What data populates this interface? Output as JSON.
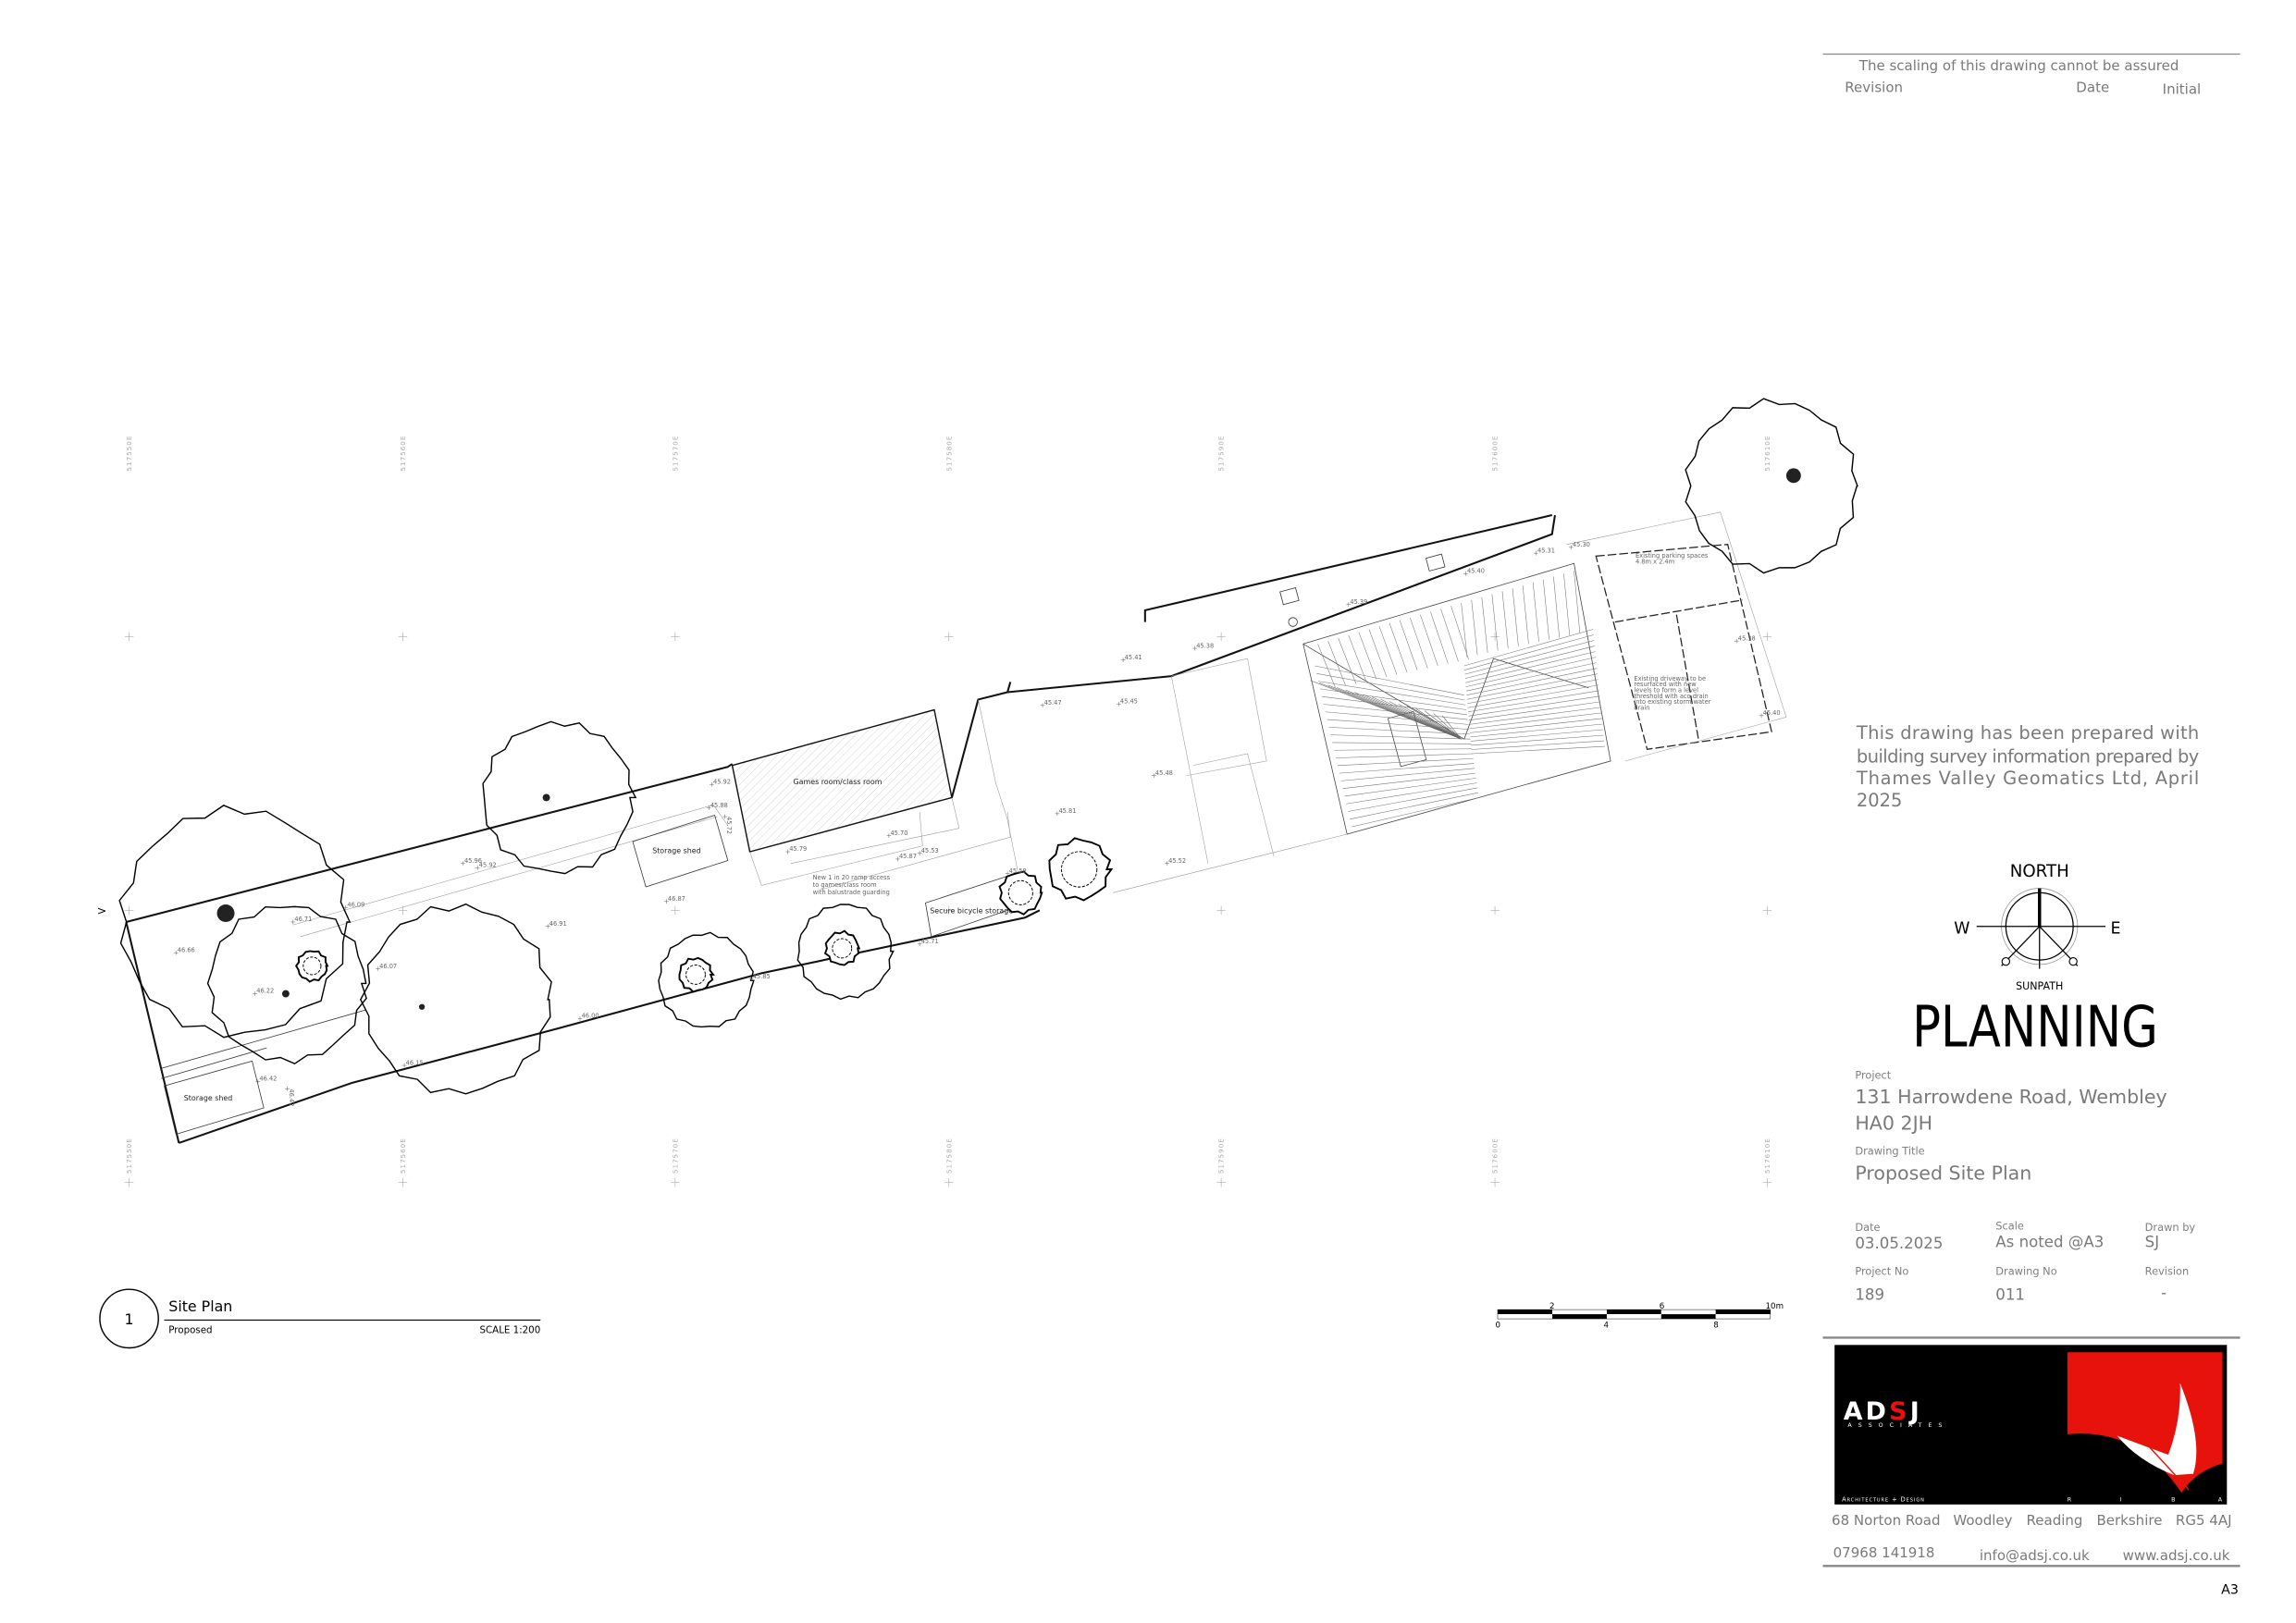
{
  "header": {
    "disclaimer": "The scaling of this drawing cannot be assured",
    "revision_label": "Revision",
    "date_label": "Date",
    "initial_label": "Initial"
  },
  "survey_note": [
    "This drawing has been prepared with",
    "building survey information prepared by",
    "Thames Valley Geomatics Ltd, April",
    "2025"
  ],
  "compass": {
    "north": "NORTH",
    "west": "W",
    "east": "E",
    "sunpath": "SUNPATH"
  },
  "status": "PLANNING",
  "title_block": {
    "project_label": "Project",
    "project_line1": "131 Harrowdene Road, Wembley",
    "project_line2": "HA0 2JH",
    "drawing_title_label": "Drawing Title",
    "drawing_title": "Proposed Site Plan",
    "date_label": "Date",
    "date": "03.05.2025",
    "scale_label": "Scale",
    "scale": "As noted @A3",
    "drawn_by_label": "Drawn by",
    "drawn_by": "SJ",
    "project_no_label": "Project No",
    "project_no": "189",
    "drawing_no_label": "Drawing No",
    "drawing_no": "011",
    "revision_label": "Revision",
    "revision": "-",
    "sheet_size": "A3"
  },
  "company": {
    "logo_name_a": "AD",
    "logo_name_s": "S",
    "logo_name_j": "J",
    "logo_sub": "ASSOCIATES",
    "logo_tagline": "Architecture + Design",
    "riba": [
      "R",
      "I",
      "B",
      "A"
    ],
    "address": [
      "68 Norton Road",
      "Woodley",
      "Reading",
      "Berkshire",
      "RG5 4AJ"
    ],
    "phone": "07968 141918",
    "email": "info@adsj.co.uk",
    "website": "www.adsj.co.uk",
    "brand_red": "#e8120c"
  },
  "view": {
    "number": "1",
    "title": "Site Plan",
    "subtitle": "Proposed",
    "scale": "SCALE 1:200"
  },
  "scale_bar": {
    "top_labels": [
      "2",
      "6",
      "10m"
    ],
    "bottom_labels": [
      "0",
      "4",
      "8"
    ]
  },
  "grid_labels": [
    "517550E",
    "517560E",
    "517570E",
    "517580E",
    "517590E",
    "517600E",
    "517610E"
  ],
  "plan": {
    "rooms": {
      "storage_shed_1": "Storage shed",
      "storage_shed_2": "Storage shed",
      "games_room": "Games room/class room",
      "bicycle": "Secure bicycle storage"
    },
    "notes": {
      "ramp": [
        "New 1 in 20 ramp access",
        "to games/class room",
        "with balustrade guarding"
      ],
      "parking": [
        "Existing parking spaces",
        "4.8m x 2.4m"
      ],
      "driveway": [
        "Existing driveway to be",
        "resurfaced with new",
        "levels to form a level",
        "threshold with aco drain",
        "into existing storm water",
        "drain"
      ]
    },
    "levels": [
      "46.66",
      "46.71",
      "46.09",
      "45.96",
      "45.92",
      "46.22",
      "46.07",
      "46.91",
      "46.15",
      "46.00",
      "46.42",
      "46.42",
      "46.87",
      "45.88",
      "45.92",
      "45.72",
      "45.85",
      "45.79",
      "45.70",
      "45.87",
      "45.53",
      "45.71",
      "45.58",
      "45.81",
      "45.48",
      "45.52",
      "45.47",
      "45.45",
      "45.41",
      "45.38",
      "45.39",
      "45.40",
      "45.31",
      "45.30",
      "45.38",
      "45.40"
    ]
  }
}
